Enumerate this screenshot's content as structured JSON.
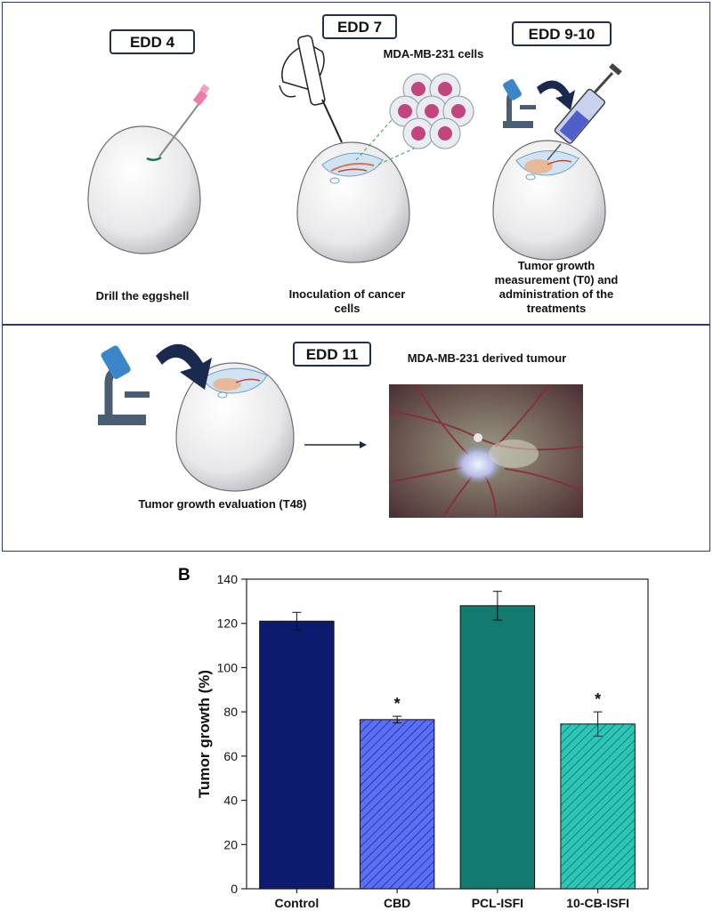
{
  "panel_a": {
    "stages": [
      {
        "tag": "EDD 4",
        "caption": "Drill the eggshell"
      },
      {
        "tag": "EDD 7",
        "caption_lines": [
          "Inoculation of cancer",
          "cells"
        ],
        "cell_label": "MDA-MB-231 cells"
      },
      {
        "tag": "EDD 9-10",
        "caption_lines": [
          "Tumor growth",
          "measurement (T0) and",
          "administration of the",
          "treatments"
        ]
      },
      {
        "tag": "EDD 11",
        "caption": "Tumor growth evaluation (T48)",
        "photo_label": "MDA-MB-231 derived tumour"
      }
    ],
    "icons": [
      "needle-icon",
      "pipette-icon",
      "cell-cluster-icon",
      "microscope-icon",
      "curved-arrow-icon",
      "syringe-icon",
      "egg-icon"
    ]
  },
  "panel_b": {
    "label": "B"
  },
  "chart_data": {
    "type": "bar",
    "categories": [
      "Control",
      "CBD",
      "PCL-ISFI",
      "10-CB-ISFI"
    ],
    "values": [
      121,
      76.5,
      128,
      74.5
    ],
    "errors": [
      4,
      1.5,
      6.5,
      5.5
    ],
    "significance": [
      "",
      "*",
      "",
      "*"
    ],
    "ylabel": "Tumor growth (%)",
    "ylim": [
      0,
      140
    ],
    "yticks": [
      0,
      20,
      40,
      60,
      80,
      100,
      120,
      140
    ],
    "colors": [
      "#0d1b6e",
      "#5b6ff5",
      "#137a70",
      "#2ec4b6"
    ],
    "hatched": [
      false,
      true,
      false,
      true
    ],
    "grid": false
  }
}
